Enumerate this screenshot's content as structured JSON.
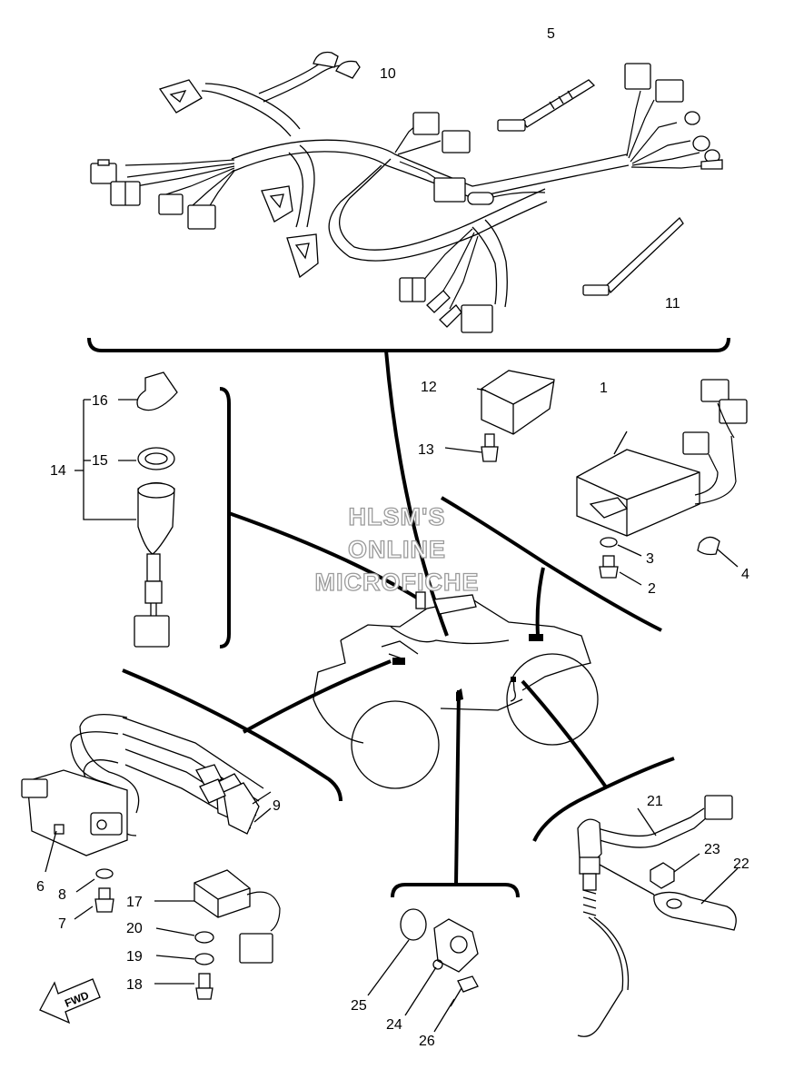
{
  "watermark": {
    "line1": "HLSM'S",
    "line2": "ONLINE",
    "line3": "MICROFICHE"
  },
  "fwd_label": "FWD",
  "callouts": [
    {
      "id": "1",
      "text": "1"
    },
    {
      "id": "2",
      "text": "2"
    },
    {
      "id": "3",
      "text": "3"
    },
    {
      "id": "4",
      "text": "4"
    },
    {
      "id": "5",
      "text": "5"
    },
    {
      "id": "6",
      "text": "6"
    },
    {
      "id": "7",
      "text": "7"
    },
    {
      "id": "8",
      "text": "8"
    },
    {
      "id": "9",
      "text": "9"
    },
    {
      "id": "10",
      "text": "10"
    },
    {
      "id": "11",
      "text": "11"
    },
    {
      "id": "12",
      "text": "12"
    },
    {
      "id": "13",
      "text": "13"
    },
    {
      "id": "14",
      "text": "14"
    },
    {
      "id": "15",
      "text": "15"
    },
    {
      "id": "16",
      "text": "16"
    },
    {
      "id": "17",
      "text": "17"
    },
    {
      "id": "18",
      "text": "18"
    },
    {
      "id": "19",
      "text": "19"
    },
    {
      "id": "20",
      "text": "20"
    },
    {
      "id": "21",
      "text": "21"
    },
    {
      "id": "22",
      "text": "22"
    },
    {
      "id": "23",
      "text": "23"
    },
    {
      "id": "24",
      "text": "24"
    },
    {
      "id": "25",
      "text": "25"
    },
    {
      "id": "26",
      "text": "26"
    }
  ]
}
